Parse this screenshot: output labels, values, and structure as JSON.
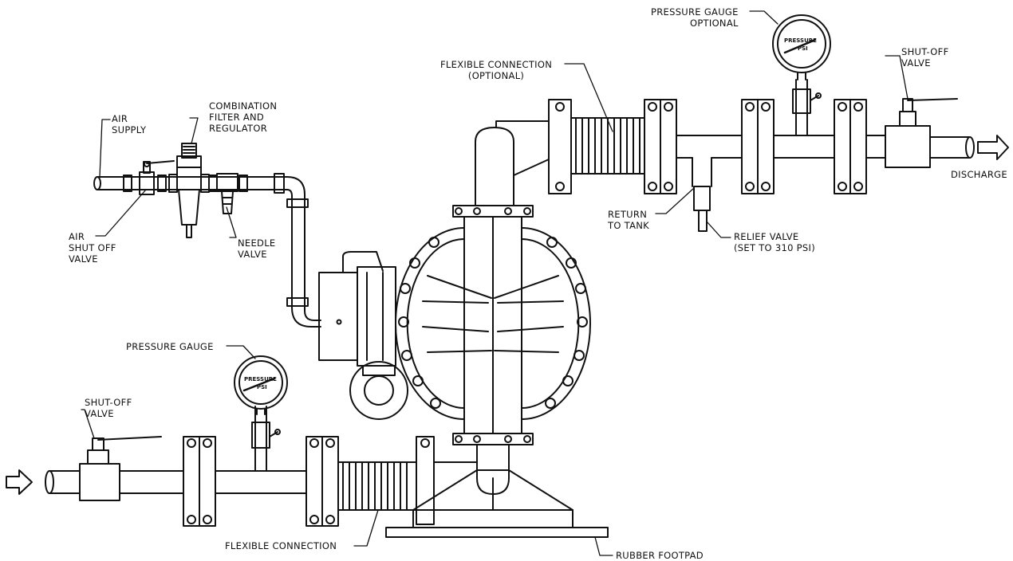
{
  "labels": {
    "pressure_gauge_optional": [
      "PRESSURE GAUGE",
      "OPTIONAL"
    ],
    "shut_off_valve_top": [
      "SHUT-OFF",
      "VALVE"
    ],
    "flexible_connection_optional": [
      "FLEXIBLE CONNECTION",
      "(OPTIONAL)"
    ],
    "combination_filter_regulator": [
      "COMBINATION",
      "FILTER AND",
      "REGULATOR"
    ],
    "air_supply": [
      "AIR",
      "SUPPLY"
    ],
    "discharge": "DISCHARGE",
    "return_to_tank": [
      "RETURN",
      "TO TANK"
    ],
    "relief_valve": [
      "RELIEF VALVE",
      "(SET TO 310 PSI)"
    ],
    "air_shut_off_valve": [
      "AIR",
      "SHUT OFF",
      "VALVE"
    ],
    "needle_valve": [
      "NEEDLE",
      "VALVE"
    ],
    "pressure_gauge": "PRESSURE GAUGE",
    "shut_off_valve_bottom": [
      "SHUT-OFF",
      "VALVE"
    ],
    "flexible_connection": "FLEXIBLE CONNECTION",
    "rubber_footpad": "RUBBER FOOTPAD"
  },
  "gauge_face": {
    "line1": "PRESSURE",
    "line2": "PSI"
  },
  "colors": {
    "line": "#111111",
    "background": "#ffffff"
  }
}
